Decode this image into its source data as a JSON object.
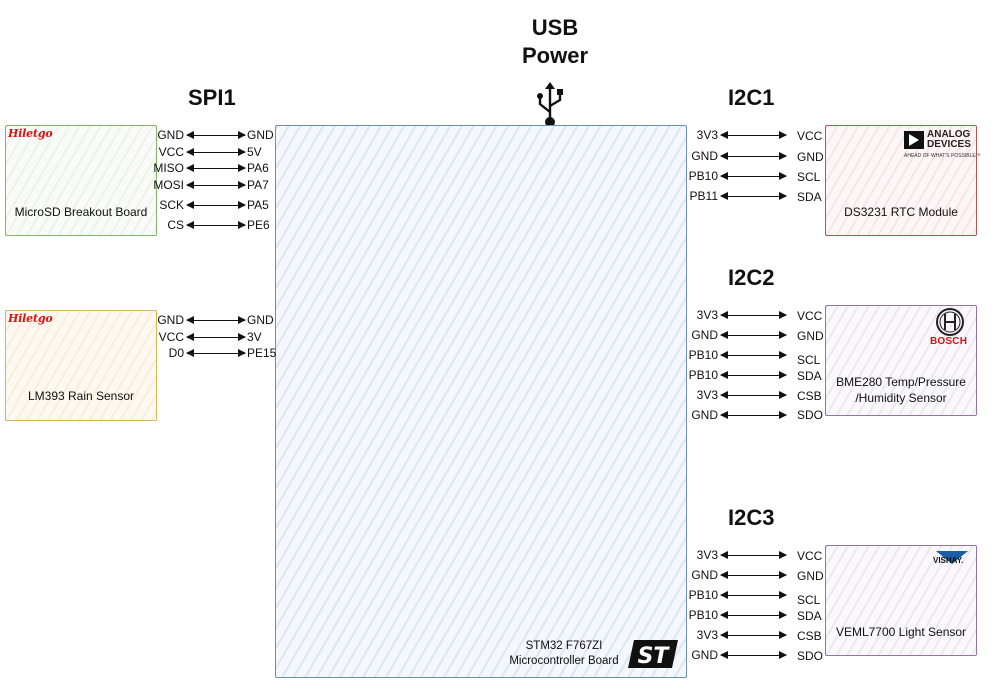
{
  "usb": {
    "title_line1": "USB",
    "title_line2": "Power",
    "icon": "usb-icon"
  },
  "mcu": {
    "name_line1": "STM32 F767ZI",
    "name_line2": "Microcontroller Board",
    "logo": "st-logo",
    "color": "#6c8ebf"
  },
  "spi1": {
    "title": "SPI1",
    "device": {
      "name": "MicroSD Breakout Board",
      "logo": "Hiletgo",
      "color": "#82b366"
    },
    "pins": [
      {
        "device": "GND",
        "mcu": "GND"
      },
      {
        "device": "VCC",
        "mcu": "5V"
      },
      {
        "device": "MISO",
        "mcu": "PA6"
      },
      {
        "device": "MOSI",
        "mcu": "PA7"
      },
      {
        "device": "SCK",
        "mcu": "PA5"
      },
      {
        "device": "CS",
        "mcu": "PE6"
      }
    ]
  },
  "rain": {
    "device": {
      "name": "LM393 Rain Sensor",
      "logo": "Hiletgo",
      "color": "#d6b656"
    },
    "pins": [
      {
        "device": "GND",
        "mcu": "GND"
      },
      {
        "device": "VCC",
        "mcu": "3V"
      },
      {
        "device": "D0",
        "mcu": "PE15"
      }
    ]
  },
  "i2c1": {
    "title": "I2C1",
    "device": {
      "name": "DS3231 RTC Module",
      "logo_line1": "ANALOG",
      "logo_line2": "DEVICES",
      "logo_tag": "AHEAD OF WHAT'S POSSIBLE™",
      "color": "#b85450"
    },
    "pins": [
      {
        "mcu": "3V3",
        "device": "VCC"
      },
      {
        "mcu": "GND",
        "device": "GND"
      },
      {
        "mcu": "PB10",
        "device": "SCL"
      },
      {
        "mcu": "PB11",
        "device": "SDA"
      }
    ]
  },
  "i2c2": {
    "title": "I2C2",
    "device": {
      "name": "BME280 Temp/Pressure\n/Humidity Sensor",
      "logo": "BOSCH",
      "color": "#9673a6"
    },
    "pins": [
      {
        "mcu": "3V3",
        "device": "VCC"
      },
      {
        "mcu": "GND",
        "device": "GND"
      },
      {
        "mcu": "PB10",
        "device": "SCL"
      },
      {
        "mcu": "PB10",
        "device": "SDA"
      },
      {
        "mcu": "3V3",
        "device": "CSB"
      },
      {
        "mcu": "GND",
        "device": "SDO"
      }
    ]
  },
  "i2c3": {
    "title": "I2C3",
    "device": {
      "name": "VEML7700 Light Sensor",
      "logo": "VISHAY.",
      "color": "#9673a6"
    },
    "pins": [
      {
        "mcu": "3V3",
        "device": "VCC"
      },
      {
        "mcu": "GND",
        "device": "GND"
      },
      {
        "mcu": "PB10",
        "device": "SCL"
      },
      {
        "mcu": "PB10",
        "device": "SDA"
      },
      {
        "mcu": "3V3",
        "device": "CSB"
      },
      {
        "mcu": "GND",
        "device": "SDO"
      }
    ]
  }
}
